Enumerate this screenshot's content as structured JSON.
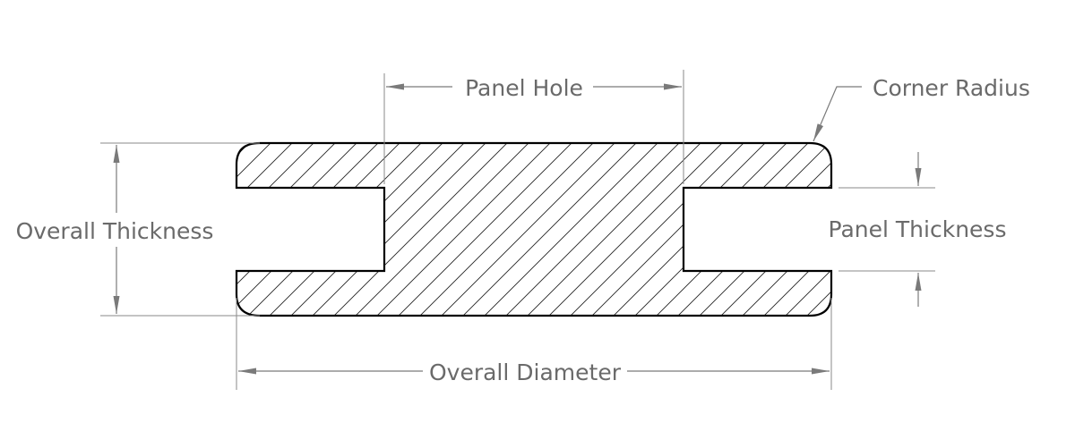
{
  "labels": {
    "panel_hole": "Panel Hole",
    "corner_radius": "Corner Radius",
    "overall_thickness": "Overall Thickness",
    "panel_thickness": "Panel Thickness",
    "overall_diameter": "Overall Diameter"
  },
  "colors": {
    "outline": "#000000",
    "dimension": "#7a7a7a",
    "text": "#6a6a6a",
    "background": "#ffffff"
  }
}
